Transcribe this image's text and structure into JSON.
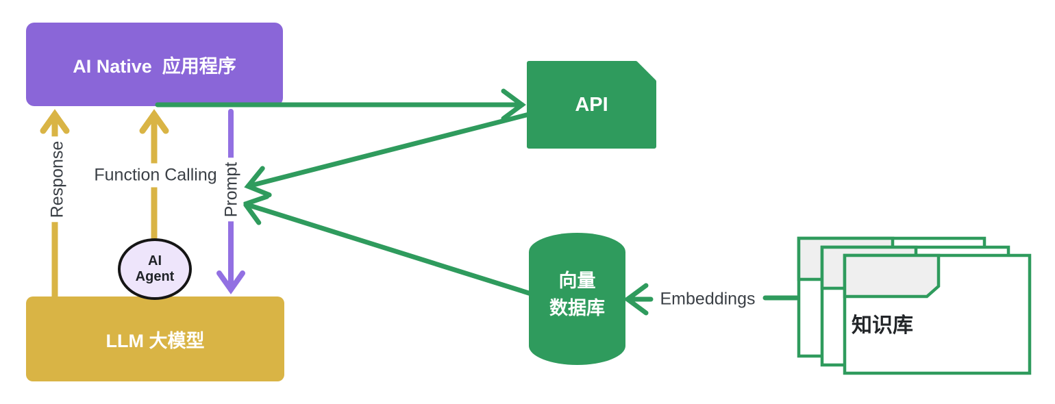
{
  "nodes": {
    "app": {
      "label": "AI Native  应用程序"
    },
    "llm": {
      "label": "LLM 大模型"
    },
    "agent": {
      "line1": "AI",
      "line2": "Agent"
    },
    "api": {
      "label": "API"
    },
    "vector_db": {
      "line1": "向量",
      "line2": "数据库"
    },
    "knowledge_base": {
      "label": "知识库"
    }
  },
  "edges": {
    "response": {
      "label": "Response"
    },
    "function_calling": {
      "label": "Function Calling"
    },
    "prompt": {
      "label": "Prompt"
    },
    "embeddings": {
      "label": "Embeddings"
    }
  },
  "colors": {
    "purple": "#8A66D8",
    "purple_arrow": "#9270E2",
    "yellow": "#D9B445",
    "green": "#2F9B5D",
    "agent_fill": "#EEE5FB",
    "agent_border": "#151515",
    "text_dark": "#3B4046",
    "card_header": "#EFEFEF",
    "white": "#FFFFFF"
  }
}
